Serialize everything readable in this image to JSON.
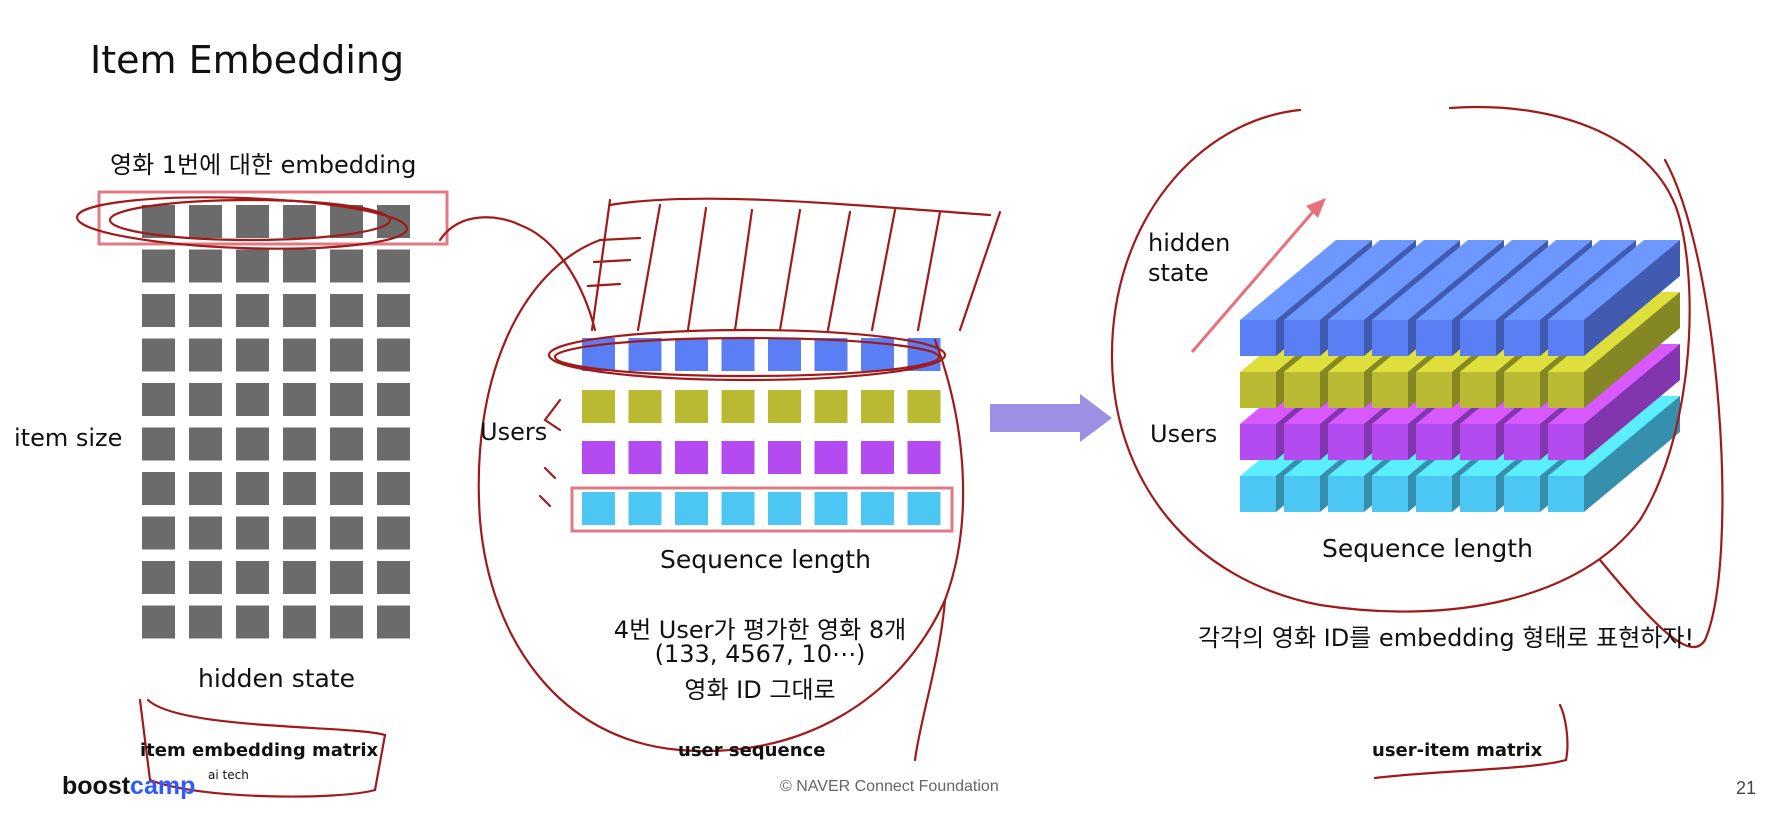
{
  "title": "Item Embedding",
  "left_panel": {
    "embedding_label": "영화 1번에 대한  embedding",
    "item_size_label": "item size",
    "hidden_state_label": "hidden state",
    "matrix_label": "item embedding matrix",
    "grid": {
      "rows": 10,
      "cols": 6,
      "color": "#6B6B6B"
    }
  },
  "middle_panel": {
    "users_label": "Users",
    "sequence_length_label": "Sequence length",
    "note_line1": "4번 User가 평가한 영화 8개",
    "note_line2": "(133, 4567, 10⋯)",
    "note_line3": "영화 ID 그대로",
    "sequence_label": "user sequence",
    "row_colors": [
      "#5A7FF5",
      "#B9BA32",
      "#B44BF0",
      "#4CC6F2"
    ],
    "cols": 8
  },
  "right_panel": {
    "hidden_state_label": "hidden\nstate",
    "users_label": "Users",
    "sequence_length_label": "Sequence length",
    "caption": "각각의 영화 ID를 embedding 형태로 표현하자!",
    "matrix_label": "user-item matrix",
    "layer_colors": [
      "#4CC6F2",
      "#B44BF0",
      "#B9BA32",
      "#5A7FF5"
    ]
  },
  "footer": {
    "logo_boost": "boost",
    "logo_camp": "camp",
    "logo_sup": "ai tech",
    "copyright": "©  NAVER Connect Foundation",
    "page_number": "21"
  },
  "colors": {
    "annotation": "#A11A1A",
    "highlight_box": "#E07B86",
    "arrow": "#9B8FE6"
  }
}
